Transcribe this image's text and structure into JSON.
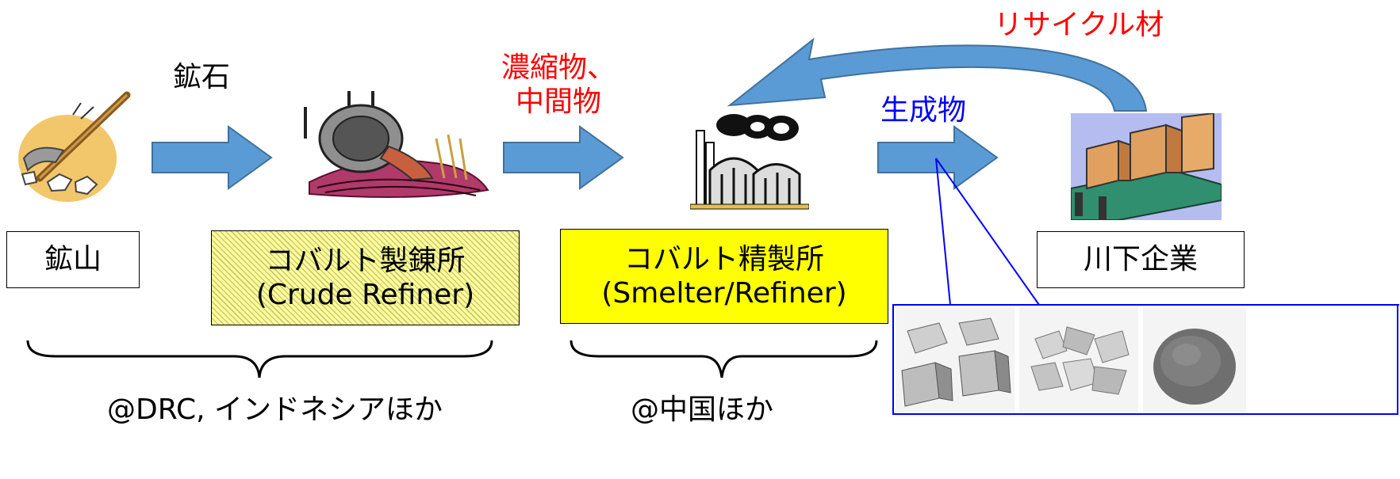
{
  "colors": {
    "arrow_fill": "#5b9bd5",
    "arrow_stroke": "#41719c",
    "red_label": "#ff0000",
    "blue_label": "#0000ff",
    "hatched_box": "#ffff99",
    "solid_box": "#ffff00",
    "callout": "#0000ff"
  },
  "labels": {
    "ore": "鉱石",
    "concentrate_line1": "濃縮物、",
    "concentrate_line2": "中間物",
    "product": "生成物",
    "recycled": "リサイクル材"
  },
  "boxes": {
    "mine": "鉱山",
    "crude_refiner_line1": "コバルト製錬所",
    "crude_refiner_line2": "(Crude Refiner)",
    "smelter_line1": "コバルト精製所",
    "smelter_line2": "(Smelter/Refiner)",
    "downstream": "川下企業"
  },
  "regions": {
    "upstream": "@DRC, インドネシアほか",
    "midstream": "@中国ほか"
  },
  "icons": [
    "mining-pick-icon",
    "smelting-furnace-icon",
    "refinery-factory-icon",
    "conveyor-boxes-icon"
  ],
  "product_samples": [
    "cobalt-cubes",
    "cobalt-flakes",
    "cobalt-powder"
  ]
}
